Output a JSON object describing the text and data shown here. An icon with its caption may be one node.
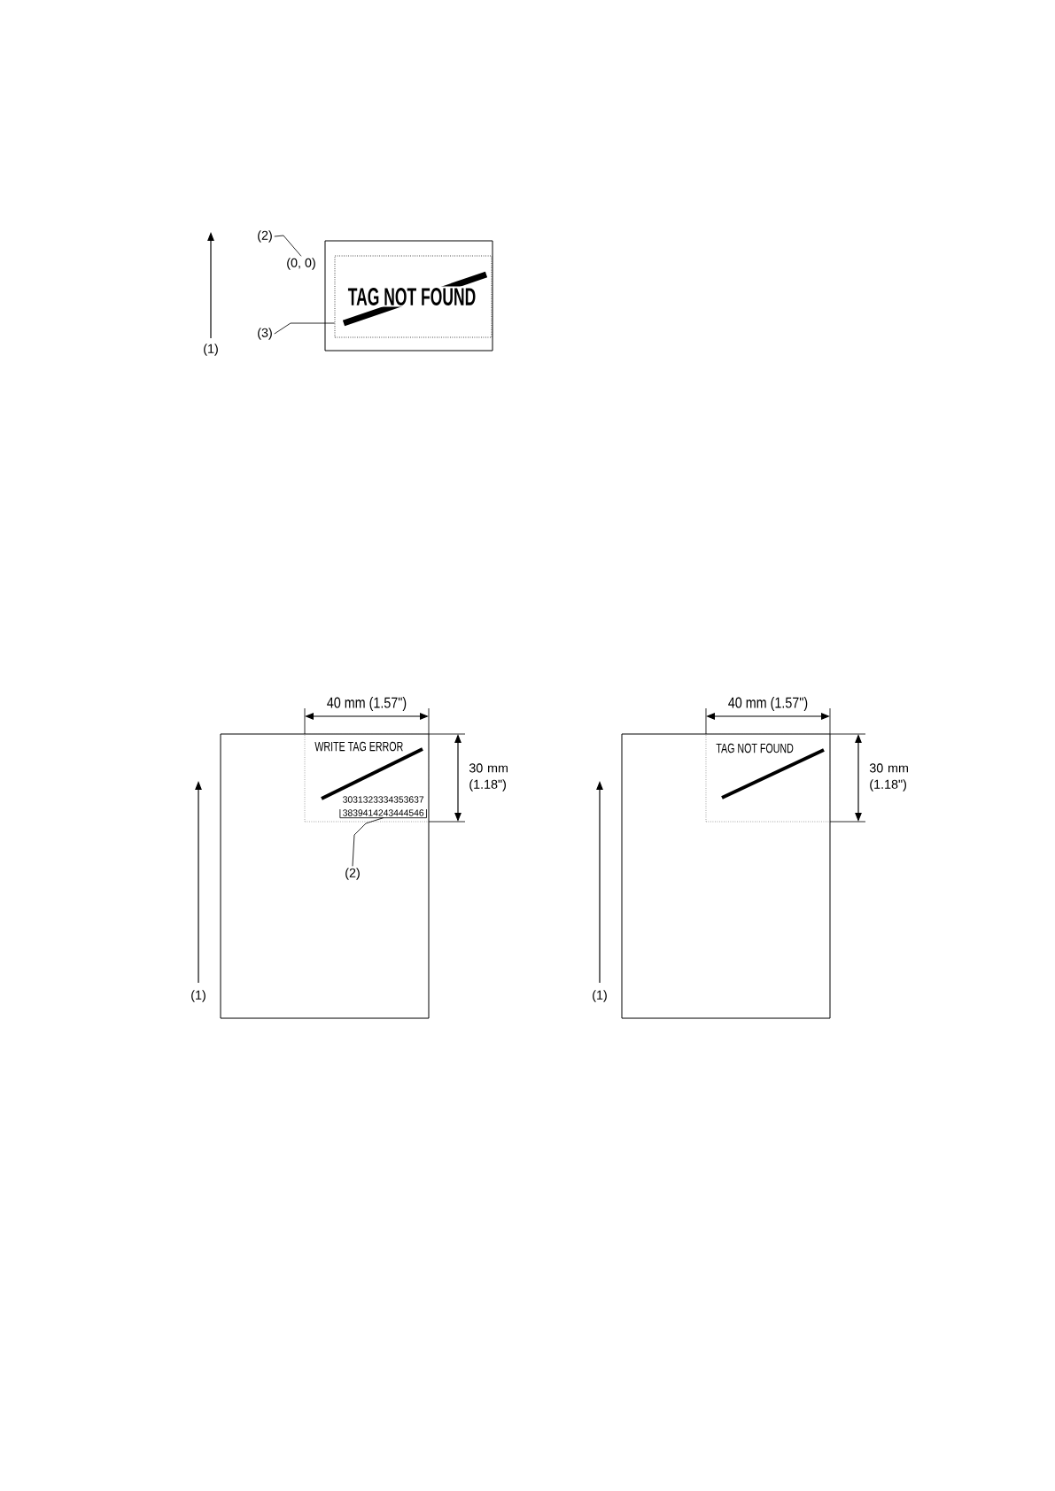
{
  "diagram": {
    "nodes": [
      {
        "text": [],
        "shape": "box"
      },
      {
        "text": [
          "TAG NOT FOUND"
        ],
        "in": 0
      },
      {
        "text": [
          "(2)"
        ]
      },
      {
        "text": [
          "(0, 0)"
        ]
      },
      {
        "text": [
          "(3)"
        ]
      },
      {
        "text": [],
        "shape": "box"
      },
      {
        "text": [
          "WRITE TAG ERROR",
          "3031323334353637"
        ],
        "in": 5
      },
      {
        "text": [
          "3839414243444546"
        ],
        "in": 6
      },
      {
        "text": [
          "(2)"
        ],
        "in": 5
      },
      {
        "text": [],
        "shape": "box"
      },
      {
        "text": [
          "TAG NOT FOUND"
        ],
        "in": 9
      }
    ],
    "edges": [
      {
        "from": 2,
        "to": 3,
        "arrow": "none"
      },
      {
        "from": 4,
        "to": 1,
        "arrow": "none"
      },
      {
        "from": 8,
        "to": 7,
        "arrow": "none"
      }
    ],
    "labels": [
      "(1)",
      "40 mm (1.57\")",
      "30 mm (1.18\")",
      "(1)",
      "40 mm (1.57\")",
      "30 mm (1.18\")",
      "(1)"
    ]
  }
}
